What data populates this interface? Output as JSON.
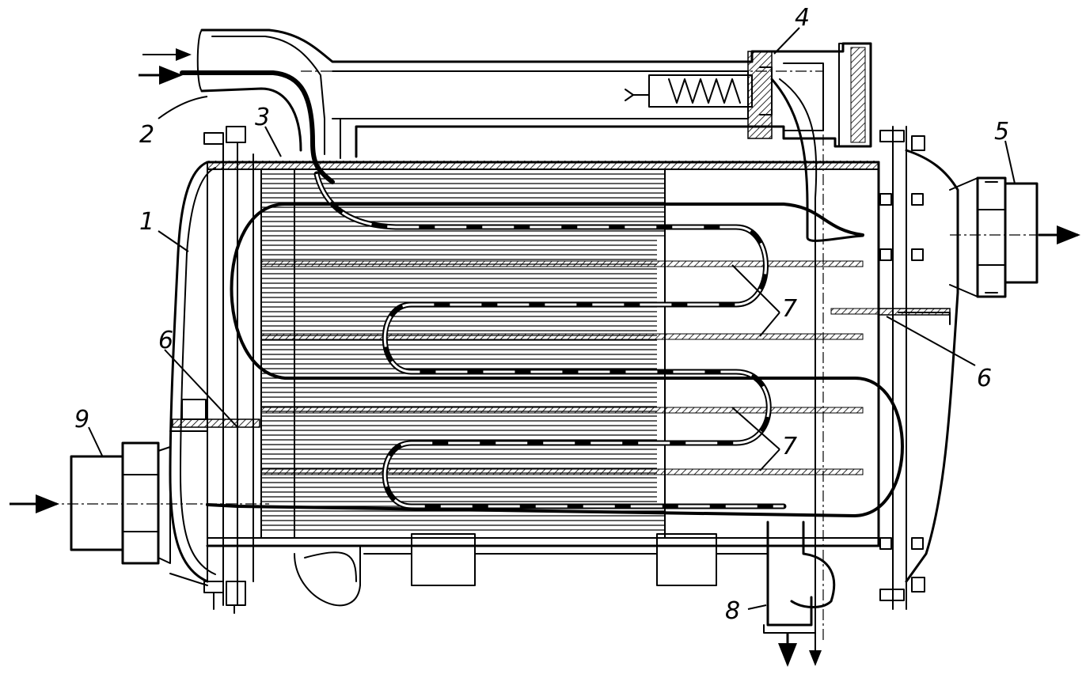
{
  "diagram": {
    "labels": {
      "l1": "1",
      "l2": "2",
      "l3": "3",
      "l4": "4",
      "l5": "5",
      "l6a": "6",
      "l6b": "6",
      "l7a": "7",
      "l7b": "7",
      "l8": "8",
      "l9": "9"
    },
    "colors": {
      "ink": "#000000",
      "paper": "#ffffff"
    }
  }
}
